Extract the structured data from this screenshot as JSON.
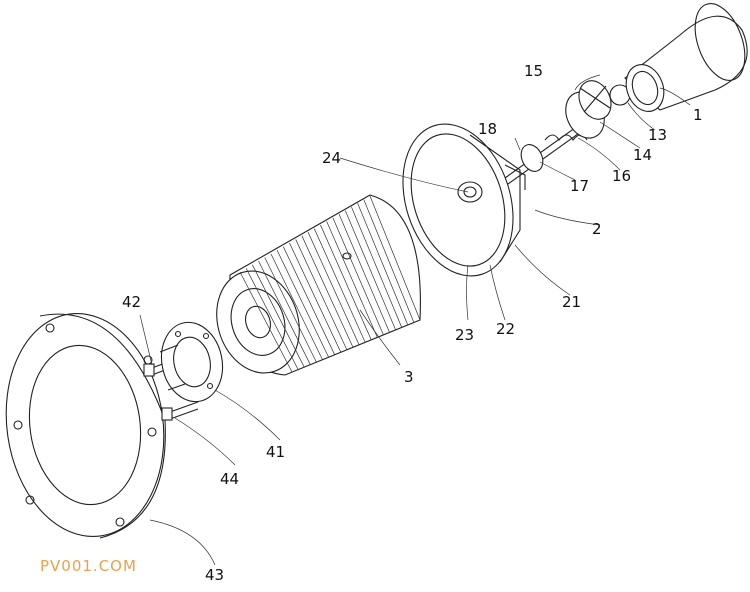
{
  "labels": {
    "l1": "1",
    "l2": "2",
    "l3": "3",
    "l13": "13",
    "l14": "14",
    "l15": "15",
    "l16": "16",
    "l17": "17",
    "l18": "18",
    "l21": "21",
    "l22": "22",
    "l23": "23",
    "l24": "24",
    "l41": "41",
    "l42": "42",
    "l43": "43",
    "l44": "44"
  },
  "watermark": "PV001.COM",
  "colors": {
    "line": "#222222",
    "watermark": "#f0a04a",
    "background": "#ffffff"
  }
}
